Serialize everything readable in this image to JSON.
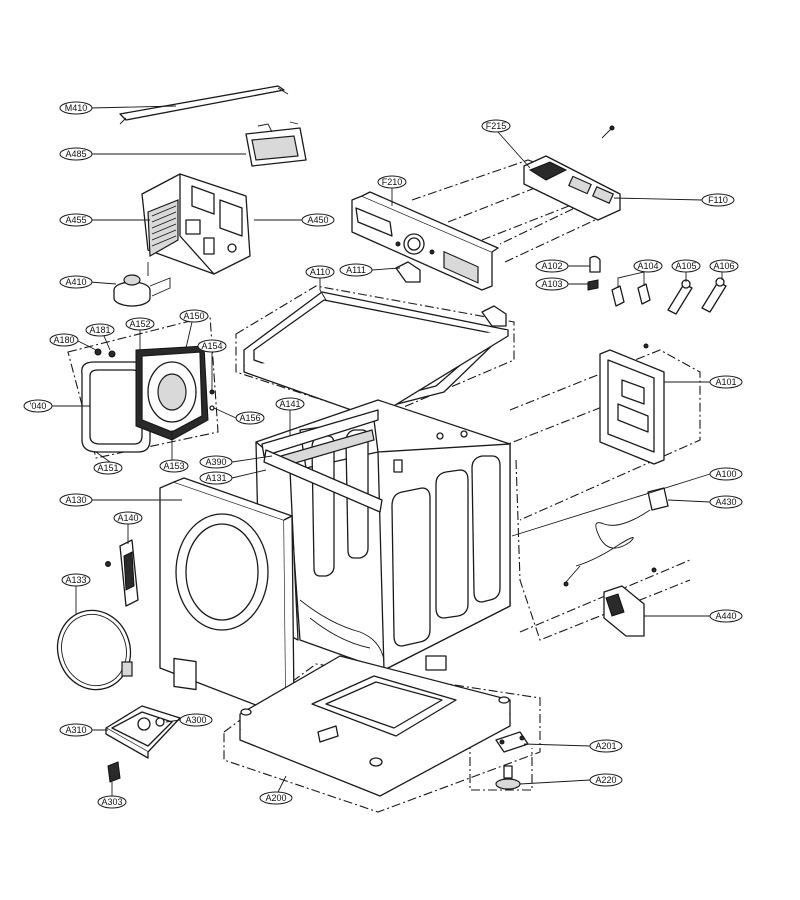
{
  "labels": [
    {
      "id": "M410",
      "text": "M410"
    },
    {
      "id": "A485",
      "text": "A485"
    },
    {
      "id": "A455",
      "text": "A455"
    },
    {
      "id": "A450",
      "text": "A450"
    },
    {
      "id": "A410",
      "text": "A410"
    },
    {
      "id": "A180",
      "text": "A180"
    },
    {
      "id": "A181",
      "text": "A181"
    },
    {
      "id": "A152",
      "text": "A152"
    },
    {
      "id": "A150",
      "text": "A150"
    },
    {
      "id": "A154",
      "text": "A154"
    },
    {
      "id": "A040",
      "text": "'040"
    },
    {
      "id": "A156",
      "text": "A156"
    },
    {
      "id": "A151",
      "text": "A151"
    },
    {
      "id": "A153",
      "text": "A153"
    },
    {
      "id": "A141",
      "text": "A141"
    },
    {
      "id": "A390",
      "text": "A390"
    },
    {
      "id": "A131",
      "text": "A131"
    },
    {
      "id": "A130",
      "text": "A130"
    },
    {
      "id": "A140",
      "text": "A140"
    },
    {
      "id": "A133",
      "text": "A133"
    },
    {
      "id": "A310",
      "text": "A310"
    },
    {
      "id": "A300",
      "text": "A300"
    },
    {
      "id": "A303",
      "text": "A303"
    },
    {
      "id": "A200",
      "text": "A200"
    },
    {
      "id": "F215",
      "text": "F215"
    },
    {
      "id": "F210",
      "text": "F210"
    },
    {
      "id": "F110",
      "text": "F110"
    },
    {
      "id": "A111",
      "text": "A111"
    },
    {
      "id": "A110",
      "text": "A110"
    },
    {
      "id": "A102",
      "text": "A102"
    },
    {
      "id": "A103",
      "text": "A103"
    },
    {
      "id": "A104",
      "text": "A104"
    },
    {
      "id": "A105",
      "text": "A105"
    },
    {
      "id": "A106",
      "text": "A106"
    },
    {
      "id": "A101",
      "text": "A101"
    },
    {
      "id": "A100",
      "text": "A100"
    },
    {
      "id": "A430",
      "text": "A430"
    },
    {
      "id": "A440",
      "text": "A440"
    },
    {
      "id": "A201",
      "text": "A201"
    },
    {
      "id": "A220",
      "text": "A220"
    }
  ]
}
